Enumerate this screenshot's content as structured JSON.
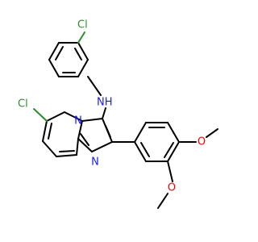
{
  "atoms": {
    "cl_top": "Cl",
    "nh": "NH",
    "cl_left": "Cl",
    "n_ring": "N",
    "n_imine": "N",
    "o_upper": "O",
    "o_lower": "O"
  },
  "colors": {
    "chlorine": "#2e8b2e",
    "nitrogen": "#1a1aff",
    "oxygen": "#ff0000",
    "bond": "#000000"
  }
}
